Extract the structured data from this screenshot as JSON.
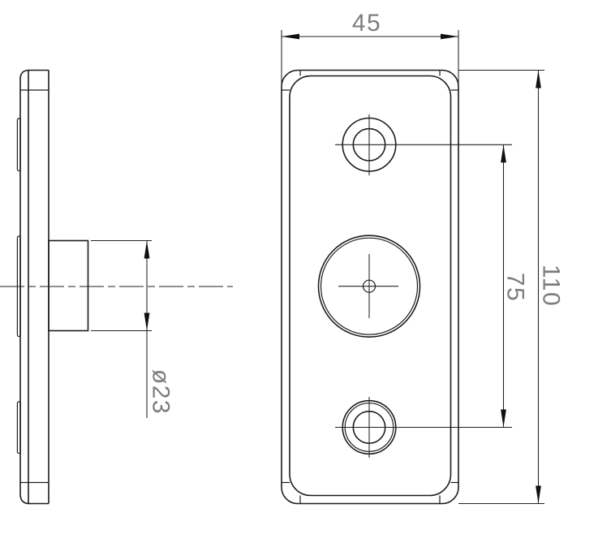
{
  "dimensions": {
    "plate_width": "45",
    "plate_height": "110",
    "hole_spacing": "75",
    "boss_diameter": "ø23"
  },
  "colors": {
    "line": "#1c1c1c",
    "dimension_line": "#222222",
    "dimension_text": "#7d7d7d",
    "background": "#ffffff"
  }
}
